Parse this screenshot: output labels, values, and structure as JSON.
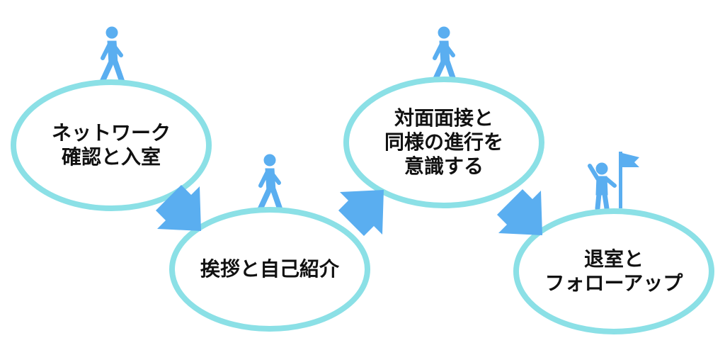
{
  "colors": {
    "ellipse_stroke": "#8be0e6",
    "figure": "#5aaef0",
    "arrow": "#5aaef0",
    "text": "#111111"
  },
  "icons": [
    "walking-person-icon",
    "walking-person-icon",
    "walking-person-icon",
    "goal-flag-person-icon"
  ],
  "steps": [
    {
      "lines": [
        "ネットワーク",
        "確認と入室"
      ]
    },
    {
      "lines": [
        "挨拶と自己紹介"
      ]
    },
    {
      "lines": [
        "対面面接と",
        "同様の進行を",
        "意識する"
      ]
    },
    {
      "lines": [
        "退室と",
        "フォローアップ"
      ]
    }
  ]
}
